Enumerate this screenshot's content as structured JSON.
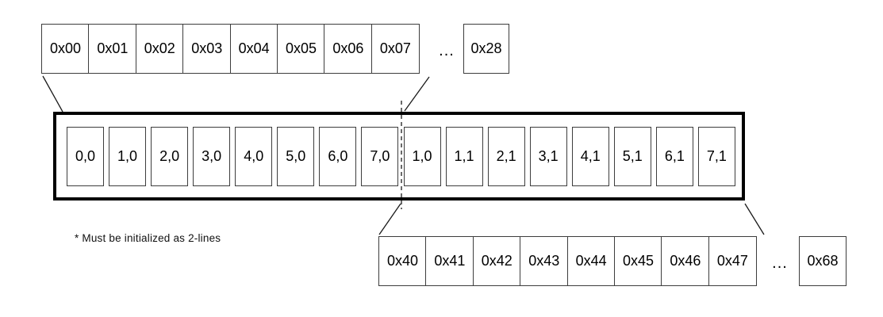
{
  "figure": {
    "top_row": {
      "cells": [
        "0x00",
        "0x01",
        "0x02",
        "0x03",
        "0x04",
        "0x05",
        "0x06",
        "0x07"
      ],
      "ellipsis": "...",
      "last_cell": "0x28"
    },
    "cache_box": {
      "cells": [
        "0,0",
        "1,0",
        "2,0",
        "3,0",
        "4,0",
        "5,0",
        "6,0",
        "7,0",
        "1,0",
        "1,1",
        "2,1",
        "3,1",
        "4,1",
        "5,1",
        "6,1",
        "7,1"
      ]
    },
    "bottom_row": {
      "cells": [
        "0x40",
        "0x41",
        "0x42",
        "0x43",
        "0x44",
        "0x45",
        "0x46",
        "0x47"
      ],
      "ellipsis": "...",
      "last_cell": "0x68"
    },
    "note": "* Must be initialized as 2-lines",
    "colors": {
      "line": "#1a1a1a",
      "thin_border": "#3d3d3d",
      "thick_border": "#000000",
      "background": "#ffffff"
    }
  }
}
